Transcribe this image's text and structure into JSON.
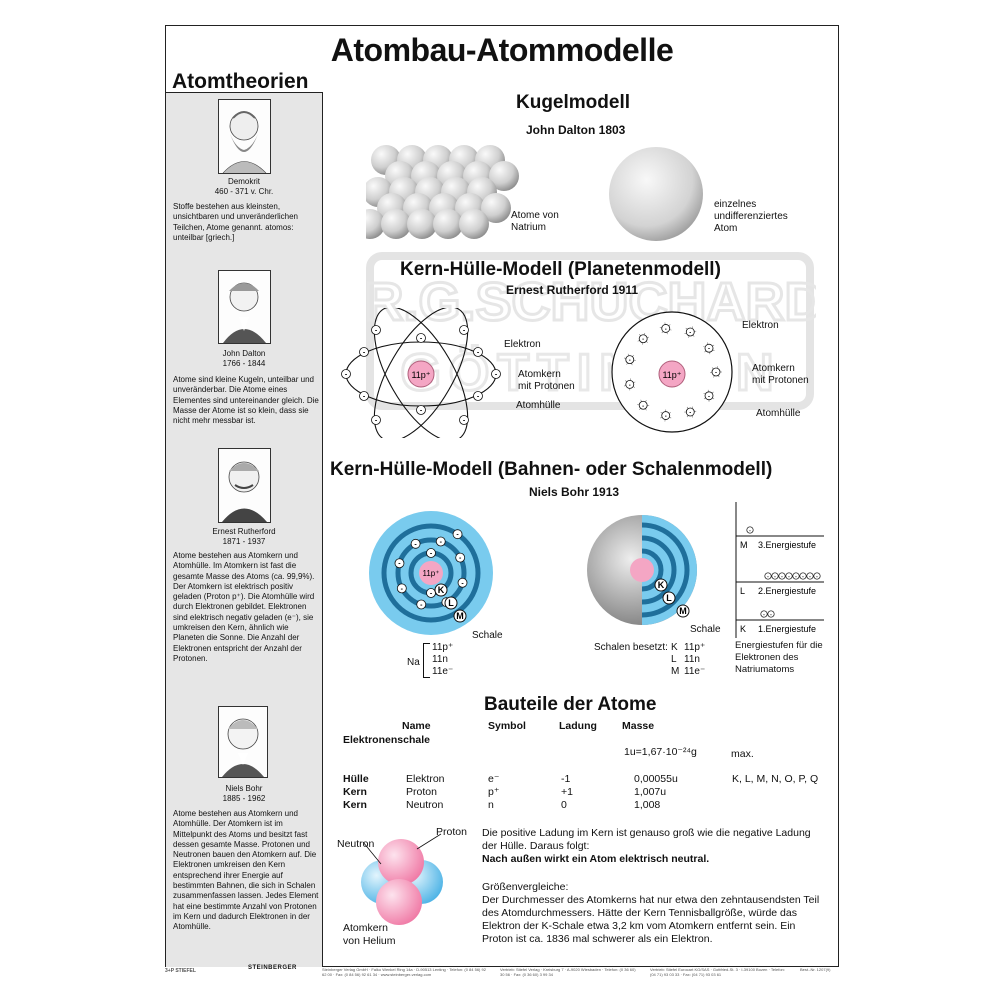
{
  "poster_title": "Atombau-Atommodelle",
  "sidebar": {
    "heading": "Atomtheorien",
    "entries": [
      {
        "name": "Demokrit",
        "dates": "460 - 371 v. Chr.",
        "text": "Stoffe bestehen aus kleinsten, unsichtbaren und unveränderlichen Teilchen, Atome genannt. atomos: unteilbar [griech.]"
      },
      {
        "name": "John Dalton",
        "dates": "1766 - 1844",
        "text": "Atome sind kleine Kugeln, unteilbar und unveränderbar. Die Atome eines Elementes sind untereinander gleich. Die Masse der Atome ist so klein, dass sie nicht mehr messbar ist."
      },
      {
        "name": "Ernest Rutherford",
        "dates": "1871 - 1937",
        "text": "Atome bestehen aus Atomkern und Atomhülle. Im Atomkern ist fast die gesamte Masse des Atoms (ca. 99,9%). Der Atomkern ist elektrisch positiv geladen (Proton p⁺). Die Atomhülle wird durch Elektronen gebildet. Elektronen sind elektrisch negativ geladen (e⁻), sie umkreisen den Kern, ähnlich wie Planeten die Sonne. Die Anzahl der Elektronen entspricht der Anzahl der Protonen."
      },
      {
        "name": "Niels Bohr",
        "dates": "1885 - 1962",
        "text": "Atome bestehen aus Atomkern und Atomhülle. Der Atomkern ist im Mittelpunkt des Atoms und besitzt fast dessen gesamte Masse. Protonen und Neutronen bauen den Atomkern auf. Die Elektronen umkreisen den Kern entsprechend ihrer Energie auf bestimmten Bahnen, die sich in Schalen zusammenfassen lassen. Jedes Element hat eine bestimmte Anzahl von Protonen im Kern und dadurch Elektronen in der Atomhülle."
      }
    ]
  },
  "kugel": {
    "title": "Kugelmodell",
    "subtitle": "John Dalton 1803",
    "label_left": "Atome von\nNatrium",
    "label_right": "einzelnes\nundifferenziertes\nAtom"
  },
  "planet": {
    "title": "Kern-Hülle-Modell (Planetenmodell)",
    "subtitle": "Ernest Rutherford 1911",
    "nucleus": "11p⁺",
    "elektron": "Elektron",
    "atomkern": "Atomkern\nmit Protonen",
    "atomhuelle": "Atomhülle",
    "electron_sign": "-"
  },
  "bohr": {
    "title": "Kern-Hülle-Modell (Bahnen- oder Schalenmodell)",
    "subtitle": "Niels Bohr 1913",
    "nucleus": "11p⁺",
    "shells": [
      "K",
      "L",
      "M"
    ],
    "schale": "Schale",
    "na_label": "Na",
    "na_rows": [
      "11p⁺",
      "11n",
      "11e⁻"
    ],
    "schalen_besetzt": "Schalen besetzt:",
    "besetzt_rows": [
      [
        "K",
        "11p⁺"
      ],
      [
        "L",
        "11n"
      ],
      [
        "M",
        "11e⁻"
      ]
    ],
    "energy_levels": [
      [
        "M",
        "3.Energiestufe"
      ],
      [
        "L",
        "2.Energiestufe"
      ],
      [
        "K",
        "1.Energiestufe"
      ]
    ],
    "energy_caption": "Energiestufen für die\nElektronen des\nNatriumatoms"
  },
  "bauteile": {
    "title": "Bauteile der Atome",
    "headers": [
      "Name",
      "Symbol",
      "Ladung",
      "Masse"
    ],
    "elektronenschale": "Elektronenschale",
    "unit": "1u=1,67·10⁻²⁴g",
    "max": "max.",
    "rows": [
      [
        "Hülle",
        "Elektron",
        "e⁻",
        "-1",
        "0,00055u",
        "K, L, M, N, O, P, Q"
      ],
      [
        "Kern",
        "Proton",
        "p⁺",
        "+1",
        "1,007u",
        ""
      ],
      [
        "Kern",
        "Neutron",
        "n",
        "0",
        "1,008",
        ""
      ]
    ],
    "neutron": "Neutron",
    "proton": "Proton",
    "helium": "Atomkern\nvon Helium",
    "para1": "Die positive Ladung im Kern ist genauso groß wie die negative Ladung der Hülle. Daraus folgt:",
    "para1_bold": "Nach außen wirkt ein Atom elektrisch neutral.",
    "para2_head": "Größenvergleiche:",
    "para2": "Der Durchmesser des Atomkerns hat nur etwa den zehntausendsten Teil des Atomdurchmessers. Hätte der Kern Tennisballgröße, würde das Elektron der K-Schale etwa 3,2 km vom Atomkern entfernt sein. Ein Proton ist ca. 1836 mal schwerer als ein Elektron."
  },
  "watermark": "DR.G.SCHUCHARDT GÖTTINGEN",
  "footer": {
    "left": "3+P STIEFEL",
    "logo": "STEINBERGER",
    "col1": "Steinberger Verlag GmbH · Falko Wenkel Ring 14a · D-90513 Lenting · Telefon: (0 84 56) 92 62 00 · Fax: (0 84 56) 92 61 34 · www.steinberger-verlag.com",
    "col2": "Vertrieb: Stiefel Verlag · Kreisburg 7 · A-9020 Wiesbaden · Telefon: (0 36 60) 30 56 · Fax: (0 36 60) 3 99 34",
    "col3": "Vertrieb: Stiefel Eurocart KG/SAS · Gottfried-St. 3 · I-39100 Bozen · Telefon: (04 71) 93 03 33 · Fax: (04 71) 93 03 61",
    "art": "Best.-Nr. 1207(9)"
  },
  "colors": {
    "nucleus": "#f4a6c4",
    "shell_light": "#79cbee",
    "shell_dark": "#1f6f9b",
    "proton": "#f7a9c6",
    "neutron": "#8dd0f2"
  }
}
